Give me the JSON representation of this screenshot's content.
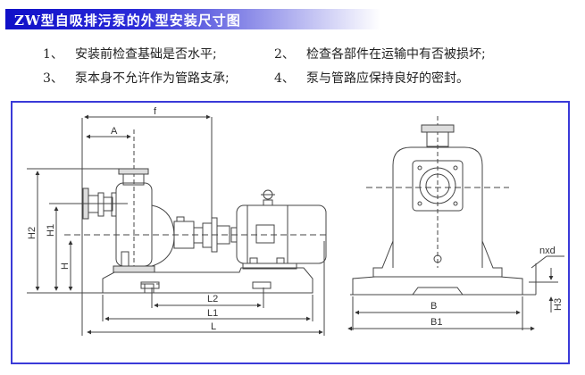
{
  "title": "ZW型自吸排污泵的外型安装尺寸图",
  "notes": [
    {
      "num": "1、",
      "text": "安装前检查基础是否水平;"
    },
    {
      "num": "2、",
      "text": "检查各部件在运输中有否被损坏;"
    },
    {
      "num": "3、",
      "text": "泵本身不允许作为管路支承;"
    },
    {
      "num": "4、",
      "text": "泵与管路应保持良好的密封。"
    }
  ],
  "dims": {
    "f": "f",
    "A": "A",
    "H2": "H2",
    "H1": "H1",
    "H": "H",
    "L2": "L2",
    "L1": "L1",
    "L": "L",
    "B": "B",
    "B1": "B1",
    "nxd": "nxd",
    "H3": "H3"
  },
  "colors": {
    "frame": "#3a3ad8",
    "title_bg": "#1010c8",
    "line": "#444444"
  }
}
